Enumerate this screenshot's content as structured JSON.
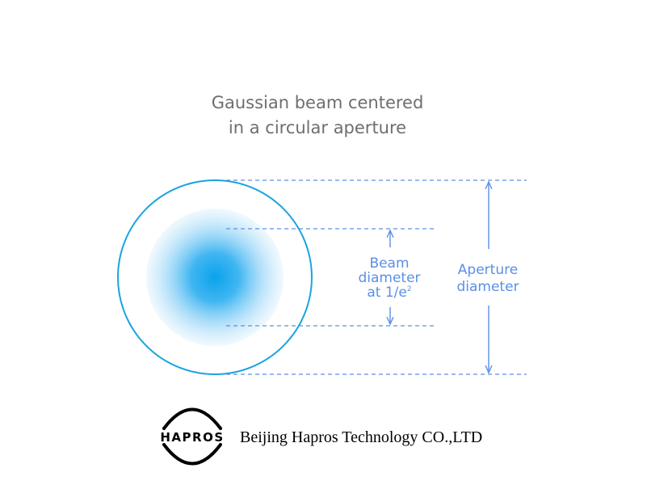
{
  "title": {
    "line1": "Gaussian beam centered",
    "line2": "in a circular aperture"
  },
  "beam_label": {
    "line1": "Beam",
    "line2": "diameter",
    "line3": "at 1/e",
    "sup": "2"
  },
  "aperture_label": {
    "line1": "Aperture",
    "line2": "diameter"
  },
  "logo": {
    "text": "HAPROS"
  },
  "company": {
    "name": "Beijing Hapros Technology CO.,LTD"
  },
  "colors": {
    "aperture_ring": "#1aa3e0",
    "beam_core": "#0aa2ec",
    "annotation": "#5b8fe6",
    "title": "#6d6e71"
  }
}
